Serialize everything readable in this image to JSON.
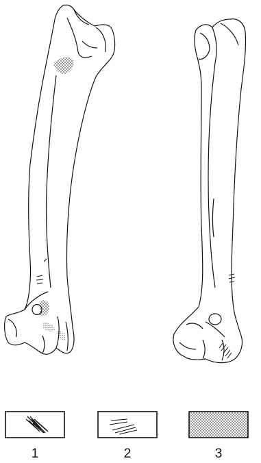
{
  "legend": {
    "items": [
      {
        "label": "1",
        "pattern": "dense-hatch-mark"
      },
      {
        "label": "2",
        "pattern": "fine-scratch-lines"
      },
      {
        "label": "3",
        "pattern": "dotted-stipple"
      }
    ]
  },
  "colors": {
    "ink": "#111111",
    "paper": "#ffffff"
  }
}
